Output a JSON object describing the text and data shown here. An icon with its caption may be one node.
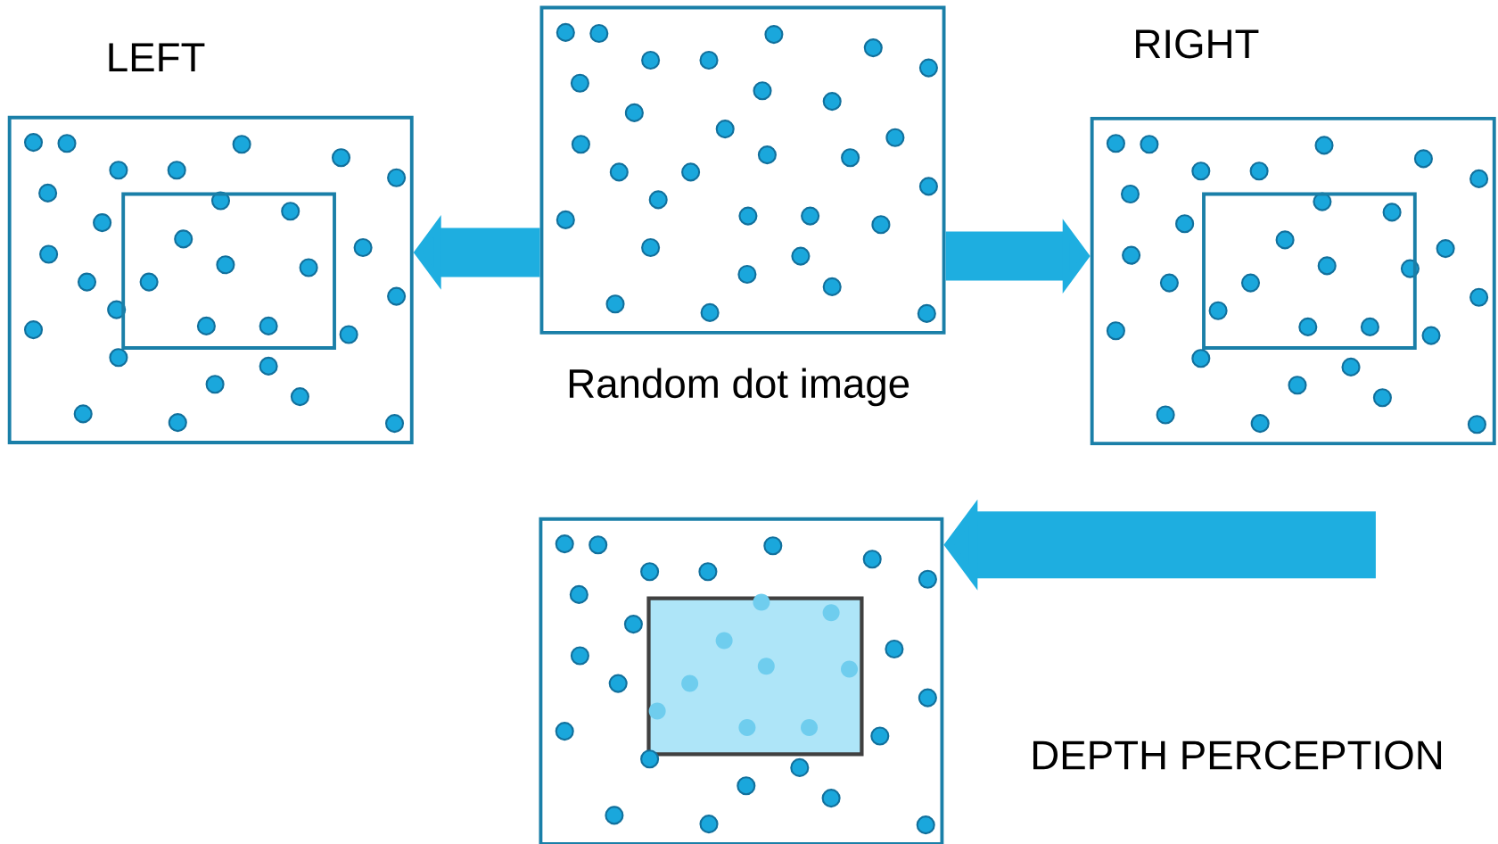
{
  "diagram": {
    "nodes": [
      {
        "text": [
          "LEFT"
        ]
      },
      {
        "text": [],
        "shape": "box",
        "beside": [
          "Random dot image"
        ]
      },
      {
        "text": [
          "RIGHT"
        ]
      },
      {
        "text": [],
        "shape": "box"
      }
    ],
    "edges": [
      {
        "from": 1,
        "to": 0,
        "arrow": "to"
      },
      {
        "from": 1,
        "to": 2,
        "arrow": "to"
      },
      {
        "from": null,
        "to": 3,
        "arrow": "to"
      }
    ],
    "labels": [
      "DEPTH PERCEPTION"
    ]
  }
}
